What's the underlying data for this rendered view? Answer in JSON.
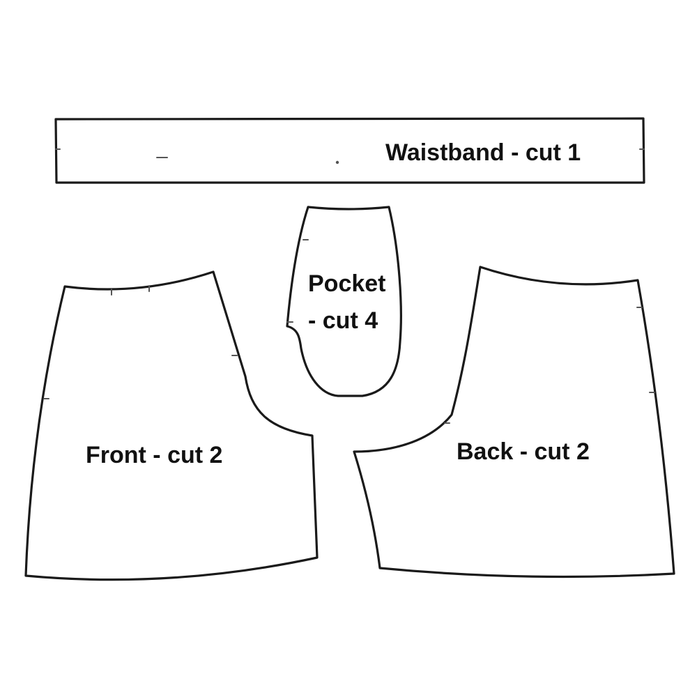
{
  "pieces": {
    "waistband": {
      "label": "Waistband - cut 1"
    },
    "pocket": {
      "label_line1": "Pocket",
      "label_line2": "- cut 4"
    },
    "front": {
      "label": "Front - cut 2"
    },
    "back": {
      "label": "Back - cut 2"
    }
  },
  "colors": {
    "outline": "#1a1a1a",
    "background": "#ffffff",
    "text": "#111111"
  }
}
